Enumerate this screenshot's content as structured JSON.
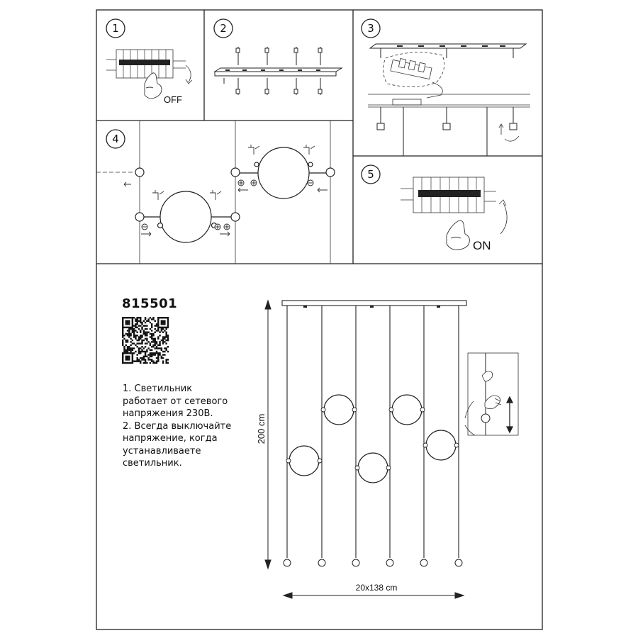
{
  "steps": [
    {
      "number": "1",
      "label": "OFF"
    },
    {
      "number": "2"
    },
    {
      "number": "3"
    },
    {
      "number": "4"
    },
    {
      "number": "5",
      "label": "ON"
    }
  ],
  "product": {
    "code": "815501",
    "qr_icon": "qr-code-icon"
  },
  "notes": [
    "1. Светильник",
    "работает от сетевого",
    "напряжения 230В.",
    "2. Всегда выключайте",
    "напряжение, когда",
    "устанавливаете",
    "светильник."
  ],
  "dimensions": {
    "height": "200 cm",
    "width": "20x138 cm"
  },
  "icons": [
    "hand-icon",
    "arrow-rotate-icon",
    "circuit-breaker-icon",
    "wire-nut-icon",
    "screwdriver-icon"
  ],
  "colors": {
    "line": "#222222",
    "background": "#ffffff"
  }
}
